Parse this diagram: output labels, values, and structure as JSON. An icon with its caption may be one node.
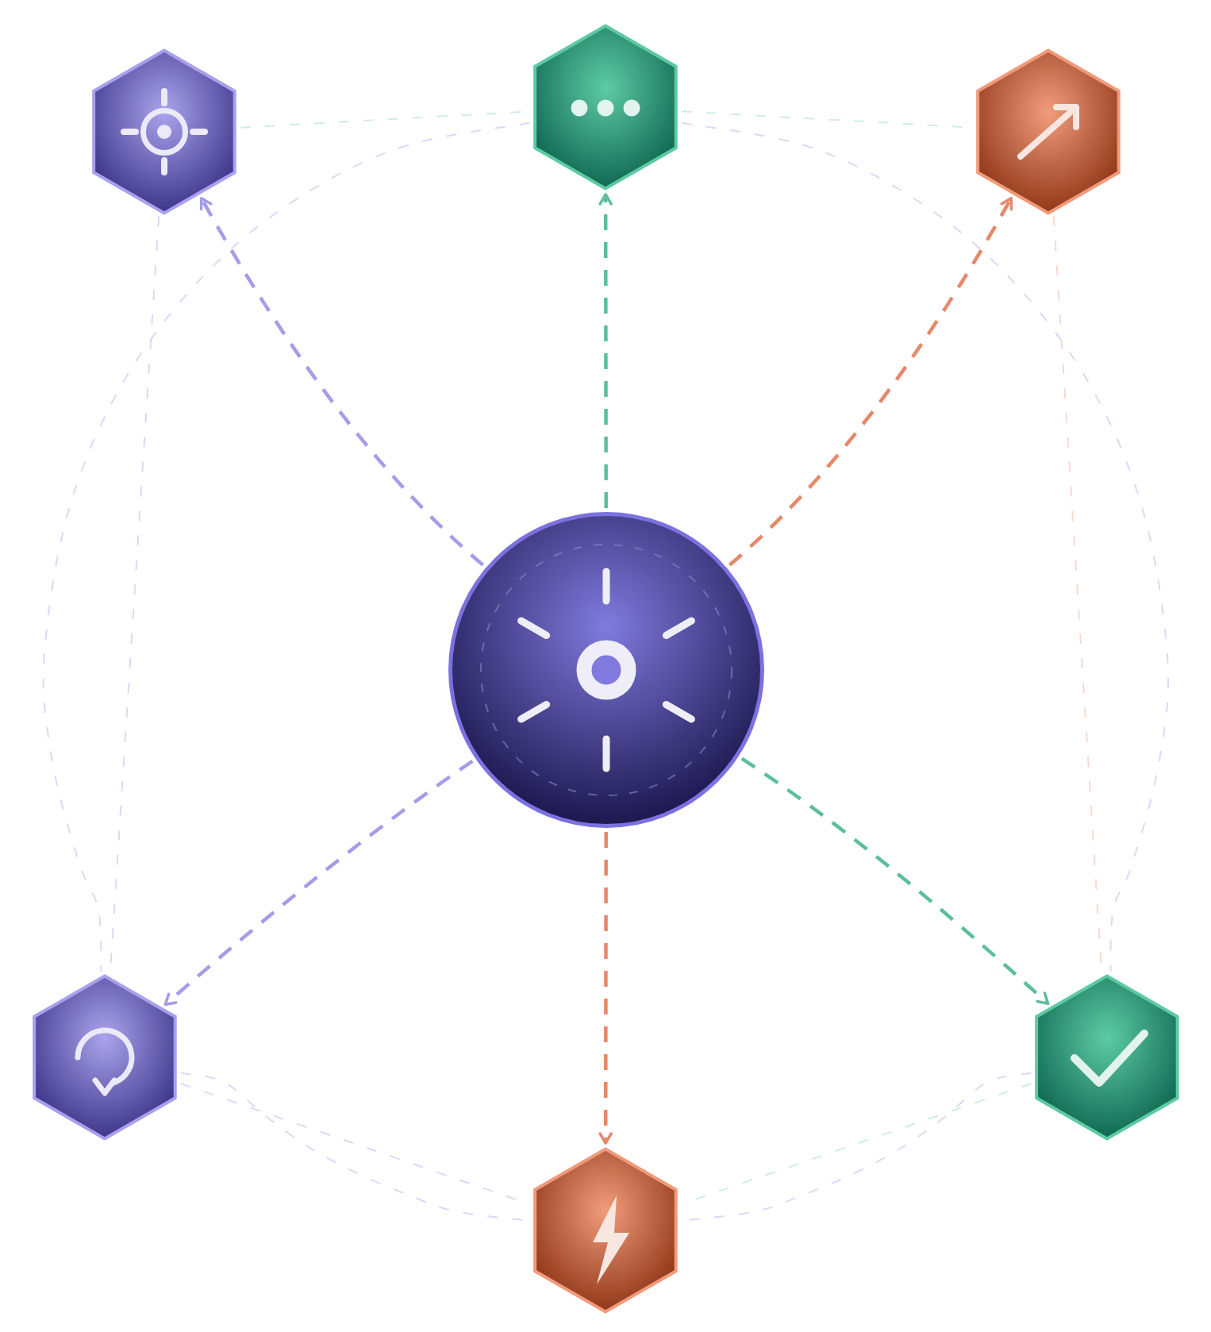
{
  "diagram": {
    "nodes": [
      {
        "text": [],
        "shape": "hexagon"
      },
      {
        "text": [],
        "shape": "hexagon"
      },
      {
        "text": [],
        "shape": "hexagon"
      },
      {
        "text": [],
        "shape": "circle"
      },
      {
        "text": [],
        "shape": "hexagon"
      },
      {
        "text": [],
        "shape": "hexagon"
      },
      {
        "text": [],
        "shape": "hexagon"
      }
    ],
    "edges": [
      {
        "from": 3,
        "to": 0,
        "arrow": "to",
        "style": "dashed",
        "color": "#a59de8"
      },
      {
        "from": 3,
        "to": 1,
        "arrow": "to",
        "style": "dashed",
        "color": "#5cbf9a"
      },
      {
        "from": 3,
        "to": 2,
        "arrow": "to",
        "style": "dashed",
        "color": "#e5886a"
      },
      {
        "from": 3,
        "to": 4,
        "arrow": "to",
        "style": "dashed",
        "color": "#a59de8"
      },
      {
        "from": 3,
        "to": 5,
        "arrow": "to",
        "style": "dashed",
        "color": "#5cbf9a"
      },
      {
        "from": 3,
        "to": 6,
        "arrow": "to",
        "style": "dashed",
        "color": "#e5886a"
      },
      {
        "from": 0,
        "to": 1,
        "arrow": "none",
        "style": "dashed",
        "color": "#cdeee2"
      },
      {
        "from": 1,
        "to": 2,
        "arrow": "none",
        "style": "dashed",
        "color": "#cdeee2"
      },
      {
        "from": 1,
        "to": 4,
        "arrow": "none",
        "style": "dashed",
        "color": "#dcd8f6"
      },
      {
        "from": 1,
        "to": 5,
        "arrow": "none",
        "style": "dashed",
        "color": "#dcd8f6"
      },
      {
        "from": 0,
        "to": 4,
        "arrow": "none",
        "style": "dashed",
        "color": "#dcd8f6"
      },
      {
        "from": 2,
        "to": 5,
        "arrow": "none",
        "style": "dashed",
        "color": "#f8d9cf"
      },
      {
        "from": 4,
        "to": 6,
        "arrow": "none",
        "style": "dashed",
        "color": "#dcd8f6"
      },
      {
        "from": 4,
        "to": 6,
        "arrow": "none",
        "style": "dashed",
        "color": "#dcd8f6"
      },
      {
        "from": 5,
        "to": 6,
        "arrow": "none",
        "style": "dashed",
        "color": "#cdeee2"
      },
      {
        "from": 5,
        "to": 6,
        "arrow": "none",
        "style": "dashed",
        "color": "#dcd8f6"
      }
    ]
  }
}
